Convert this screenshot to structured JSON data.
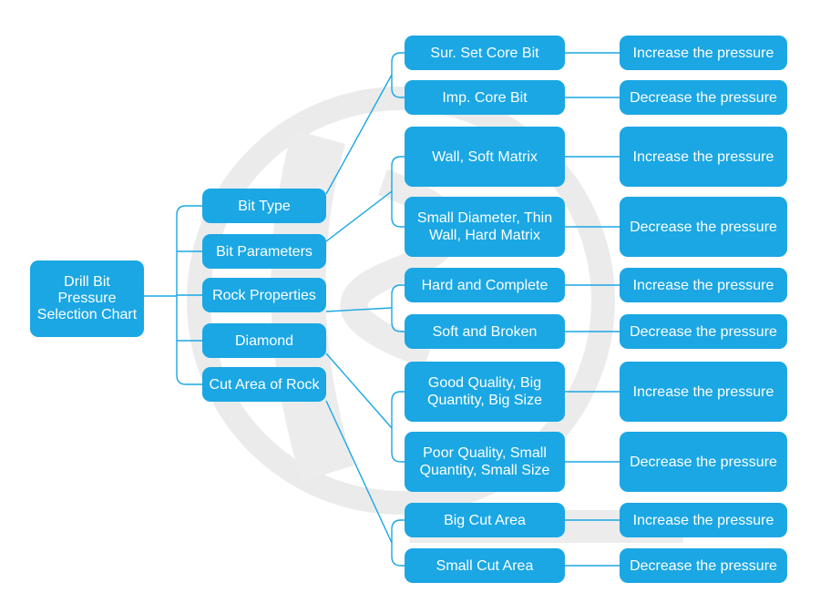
{
  "colors": {
    "box_fill": "#1aa7e4",
    "box_text": "#ffffff",
    "connector": "#1aa7e4",
    "watermark": "#e9e9e9"
  },
  "root": {
    "label": "Drill Bit\nPressure\nSelection Chart"
  },
  "categories": [
    {
      "label": "Bit Type"
    },
    {
      "label": "Bit Parameters"
    },
    {
      "label": "Rock Properties"
    },
    {
      "label": "Diamond"
    },
    {
      "label": "Cut Area of Rock"
    }
  ],
  "options": [
    {
      "label": "Sur. Set Core Bit"
    },
    {
      "label": "Imp. Core Bit"
    },
    {
      "label": "Wall, Soft Matrix"
    },
    {
      "label": "Small Diameter, Thin\nWall, Hard Matrix"
    },
    {
      "label": "Hard and Complete"
    },
    {
      "label": "Soft and Broken"
    },
    {
      "label": "Good Quality, Big\nQuantity, Big Size"
    },
    {
      "label": "Poor Quality, Small\nQuantity, Small Size"
    },
    {
      "label": "Big Cut Area"
    },
    {
      "label": "Small Cut Area"
    }
  ],
  "results": [
    {
      "label": "Increase the pressure"
    },
    {
      "label": "Decrease the pressure"
    },
    {
      "label": "Increase the pressure"
    },
    {
      "label": "Decrease the pressure"
    },
    {
      "label": "Increase the pressure"
    },
    {
      "label": "Decrease the pressure"
    },
    {
      "label": "Increase the pressure"
    },
    {
      "label": "Decrease the pressure"
    },
    {
      "label": "Increase the pressure"
    },
    {
      "label": "Decrease the pressure"
    }
  ]
}
